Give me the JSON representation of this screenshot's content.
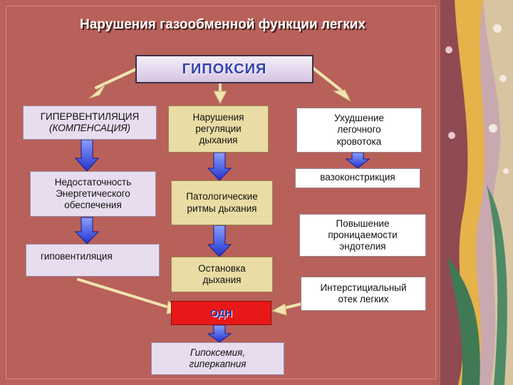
{
  "title": "Нарушения газообменной функции легких",
  "root": "ГИПОКСИЯ",
  "left": {
    "top_line1": "ГИПЕРВЕНТИЛЯЦИЯ",
    "top_line2": "(КОМПЕНСАЦИЯ)",
    "mid_line1": "Недостаточность",
    "mid_line2": "Энергетического",
    "mid_line3": "обеспечения",
    "bottom": "гиповентиляция"
  },
  "center": {
    "top_line1": "Нарушения",
    "top_line2": "регуляции",
    "top_line3": "дыхания",
    "mid_line1": "Патологические",
    "mid_line2": "ритмы дыхания",
    "stop_line1": "Остановка",
    "stop_line2": "дыхания",
    "odn": "ОДН",
    "result_line1": "Гипоксемия,",
    "result_line2": "гиперкапния"
  },
  "right": {
    "top_line1": "Ухудшение",
    "top_line2": "легочного",
    "top_line3": "кровотока",
    "vaso": "вазоконстрикция",
    "perm_line1": "Повышение",
    "perm_line2": "проницаемости",
    "perm_line3": "эндотелия",
    "edema_line1": "Интерстициальный",
    "edema_line2": "отек легких"
  },
  "colors": {
    "background": "#b8605a",
    "lavender_box": "#e8ddef",
    "tan_box": "#e9dca4",
    "blue_arrow": "#3344dd",
    "beige_arrow": "#f2e4b0",
    "odn_fill": "#e81818"
  }
}
